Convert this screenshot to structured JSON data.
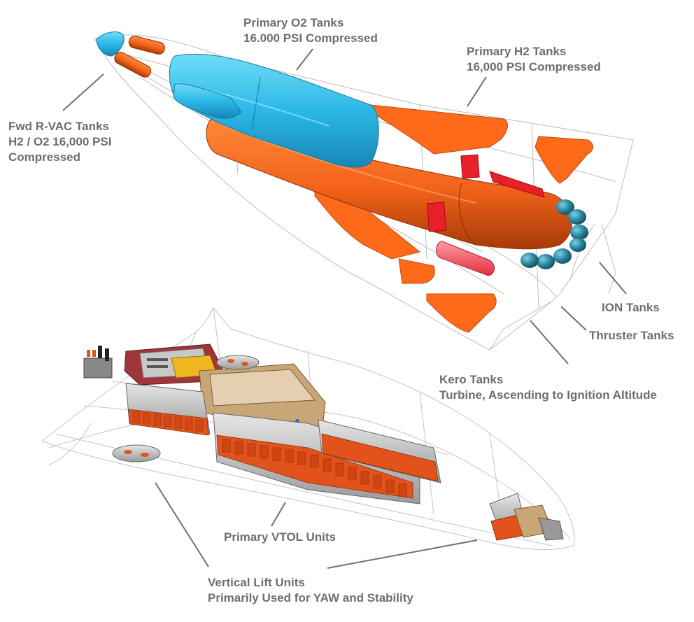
{
  "labels": {
    "primary_o2": {
      "line1": "Primary O2 Tanks",
      "line2": "16.000 PSI Compressed"
    },
    "primary_h2": {
      "line1": "Primary H2 Tanks",
      "line2": "16,000 PSI Compressed"
    },
    "fwd_rvac": {
      "line1": "Fwd R-VAC Tanks",
      "line2": "H2 / O2 16,000 PSI",
      "line3": "Compressed"
    },
    "ion": {
      "line1": "ION Tanks"
    },
    "thruster": {
      "line1": "Thruster Tanks"
    },
    "kero": {
      "line1": "Kero Tanks",
      "line2": "Turbine, Ascending to Ignition Altitude"
    },
    "vtol": {
      "line1": "Primary VTOL Units"
    },
    "vertical_lift": {
      "line1": "Vertical Lift Units",
      "line2": "Primarily Used for YAW and Stability"
    }
  },
  "colors": {
    "label_text": "#6e6e6e",
    "leader_line": "#707070",
    "h2_orange": "#ff6a1a",
    "h2_dark": "#b83d08",
    "o2_cyan": "#29b7e6",
    "o2_light": "#5fd3f5",
    "ion_teal": "#2f8fa6",
    "thruster_red": "#ff4a5a",
    "wireframe": "#bdbdbd",
    "vtol_gray": "#b8b8b8",
    "vtol_band": "#e2531c",
    "cargo_tan": "#c8a678",
    "cockpit_yellow": "#f0b820",
    "deck_maroon": "#8a2a2a"
  }
}
